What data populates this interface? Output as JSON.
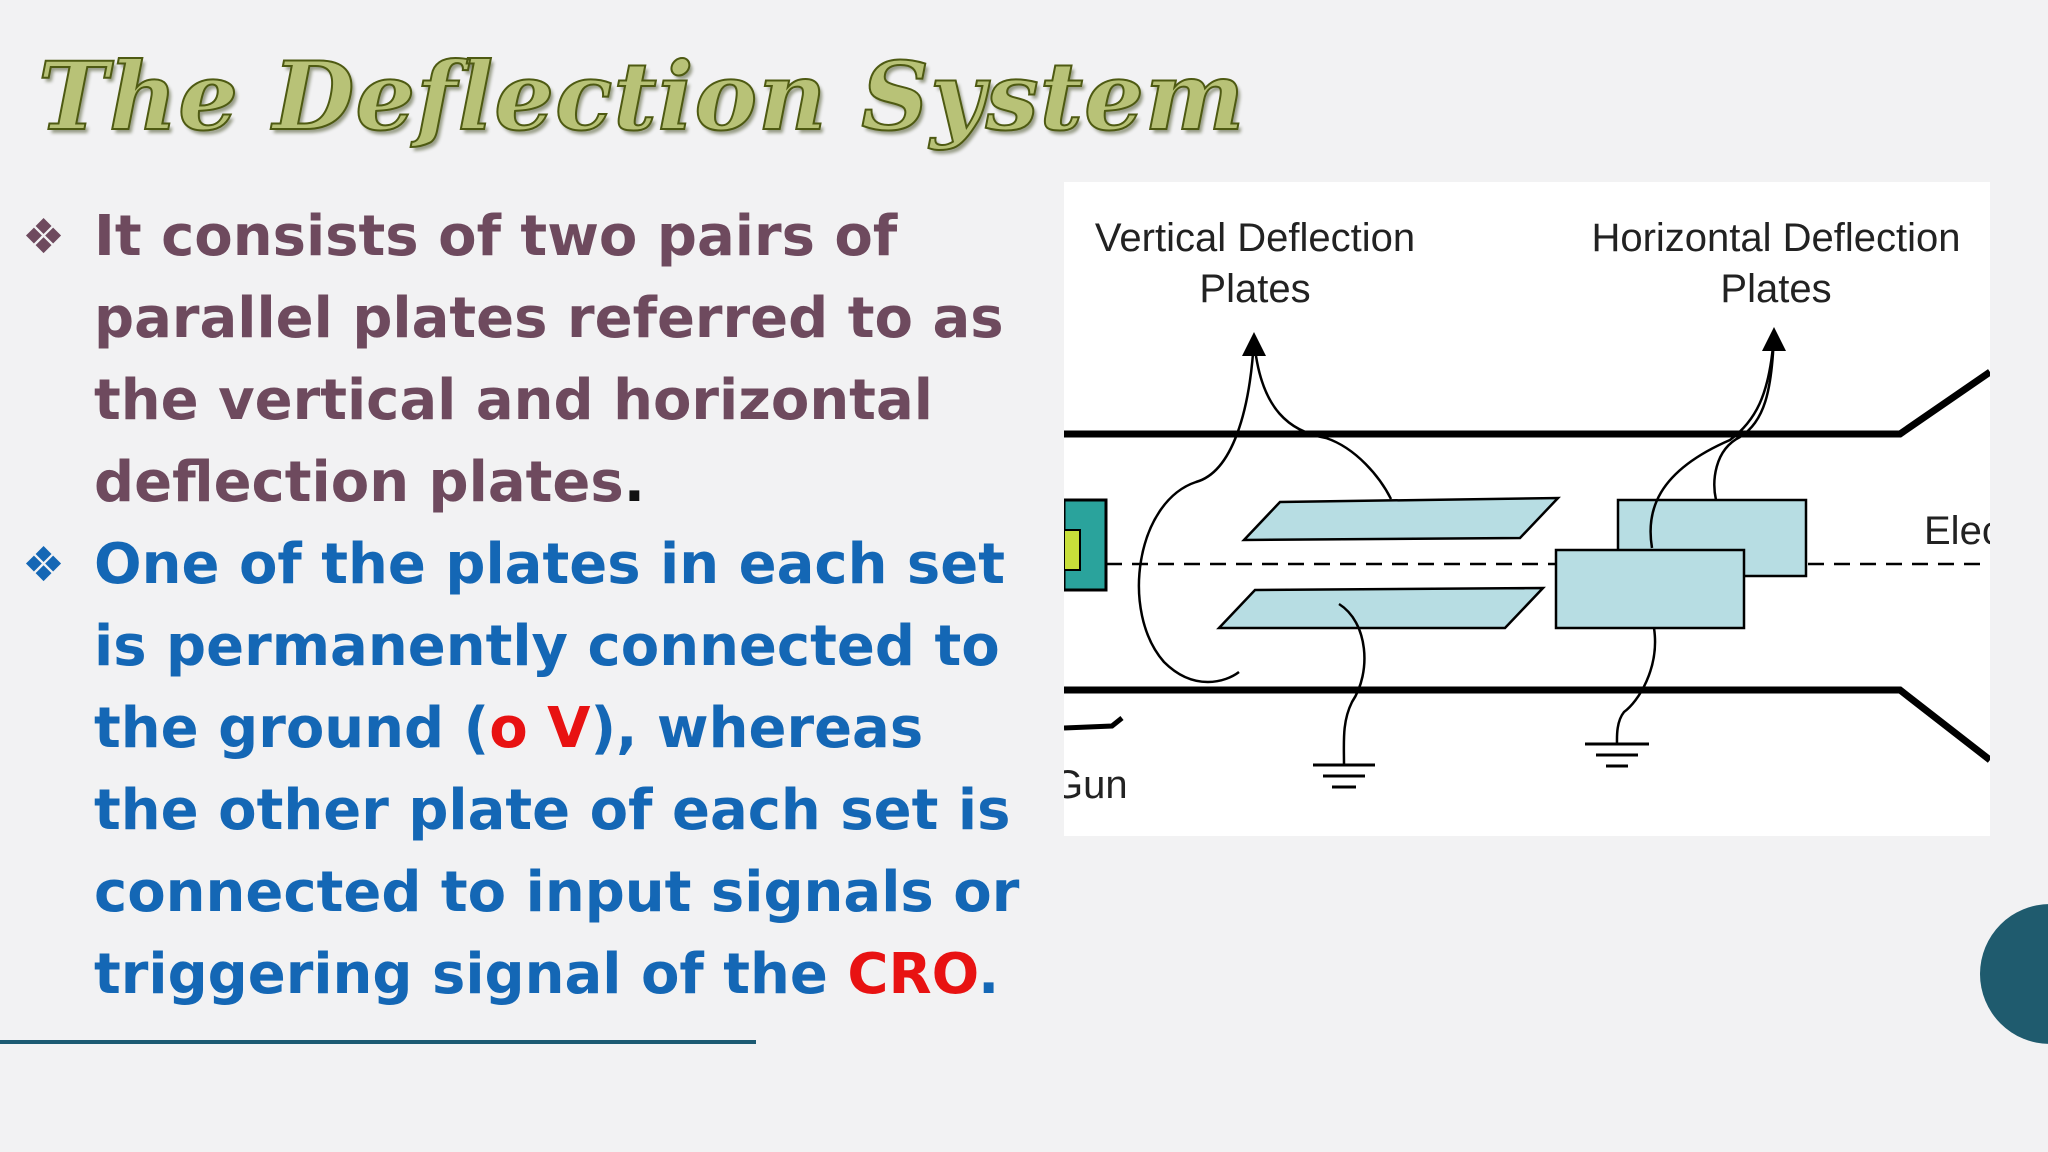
{
  "slide": {
    "title": "The Deflection System",
    "bullet_icon": "four-diamond-bullet-icon",
    "bullet1": {
      "text": "It consists of two pairs of parallel plates referred to as the vertical and horizontal deflection plates",
      "end": "."
    },
    "bullet2": {
      "part1": "One of the plates in each set is permanently connected to the ground (",
      "highlight1": "o V",
      "part2": "), whereas the other plate of each set is connected to input signals or triggering signal of the ",
      "highlight2": "CRO",
      "end": "."
    }
  },
  "figure": {
    "label_vertical_line1": "Vertical Deflection",
    "label_vertical_line2": "Plates",
    "label_horizontal_line1": "Horizontal Deflection",
    "label_horizontal_line2": "Plates",
    "label_gun": "Gun",
    "label_elec": "Elec"
  },
  "colors": {
    "bullet1_text": "#6e4a5e",
    "bullet2_text": "#1467b5",
    "highlight": "#e81212",
    "plate_fill": "#b7dde3",
    "accent_teal": "#1f5b6e",
    "title_fill": "#b8c277",
    "title_stroke": "#4e5a12"
  }
}
